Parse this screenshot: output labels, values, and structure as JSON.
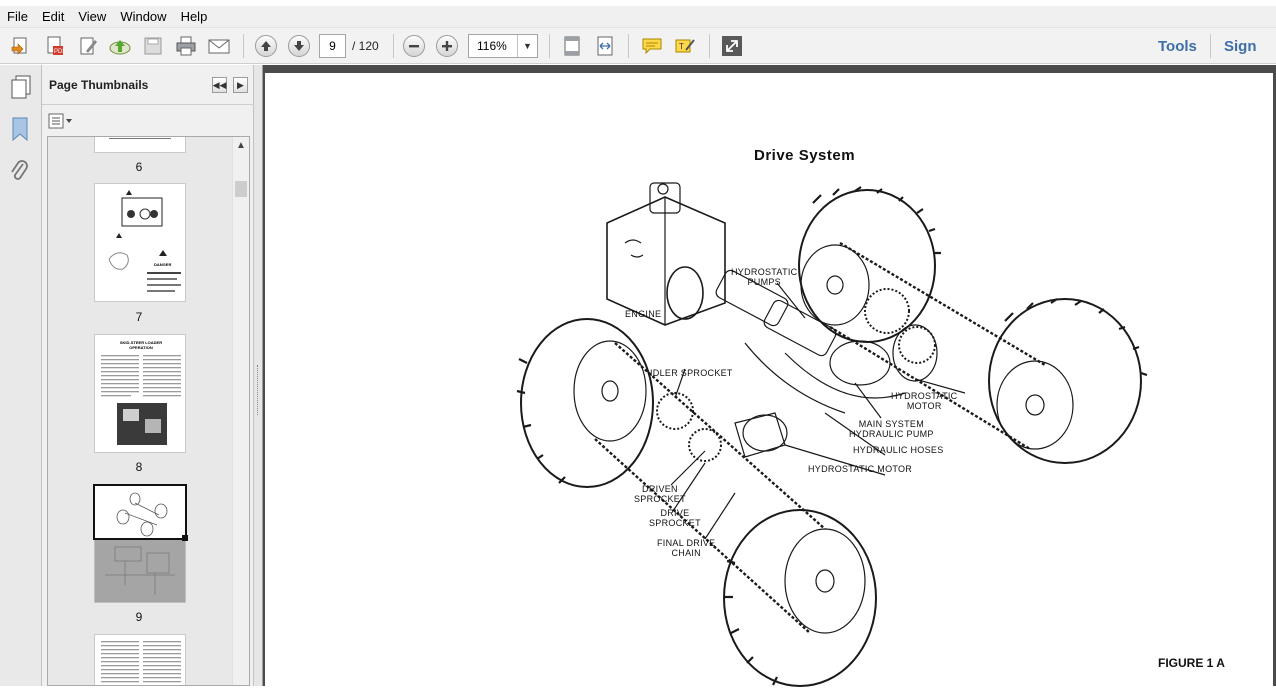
{
  "menu": {
    "items": [
      "File",
      "Edit",
      "View",
      "Window",
      "Help"
    ]
  },
  "toolbar": {
    "icons": [
      "create-pdf-icon",
      "convert-icon",
      "edit-icon",
      "upload-cloud-icon",
      "save-icon",
      "print-icon",
      "email-icon"
    ],
    "page_current": "9",
    "page_total": "/ 120",
    "zoom": "116%",
    "tools_label": "Tools",
    "sign_label": "Sign"
  },
  "panel": {
    "title": "Page Thumbnails",
    "thumbnails": [
      {
        "label": "6"
      },
      {
        "label": "7",
        "text": "DANGER"
      },
      {
        "label": "8",
        "text": "SKID-STEER LOADER OPERATION"
      },
      {
        "label": "9"
      },
      {
        "label": ""
      }
    ]
  },
  "document": {
    "title": "Drive System",
    "figure_label": "FIGURE 1 A",
    "callouts": {
      "engine": "ENGINE",
      "hydrostatic_pumps": "HYDROSTATIC\nPUMPS",
      "idler_sprocket": "IDLER SPROCKET",
      "hydrostatic_motor_right": "HYDROSTATIC\nMOTOR",
      "main_system_pump": "MAIN SYSTEM\nHYDRAULIC PUMP",
      "hydraulic_hoses": "HYDRAULIC HOSES",
      "hydrostatic_motor_left": "HYDROSTATIC MOTOR",
      "driven_sprocket": "DRIVEN\nSPROCKET",
      "drive_sprocket": "DRIVE\nSPROCKET",
      "final_drive_chain": "FINAL DRIVE\nCHAIN"
    }
  },
  "colors": {
    "accent": "#3f6fa8",
    "doc_background": "#4b4b4b"
  }
}
